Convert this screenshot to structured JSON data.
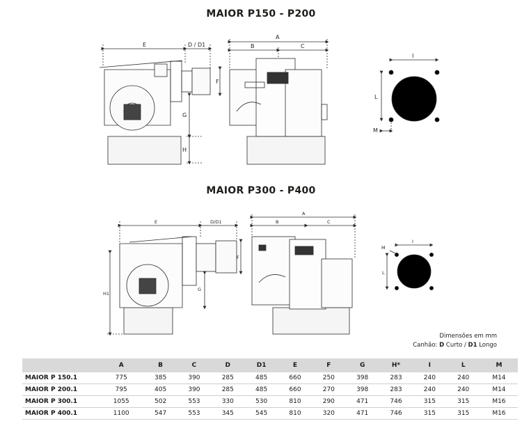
{
  "titles": {
    "top": "MAIOR P150 - P200",
    "bottom": "MAIOR P300 - P400"
  },
  "drawing_labels": {
    "E": "E",
    "D_D1": "D / D1",
    "D_D1_small": "D/D1",
    "A": "A",
    "B": "B",
    "C": "C",
    "F": "F",
    "G": "G",
    "H": "H",
    "H1": "H1",
    "I": "I",
    "L": "L",
    "M": "M"
  },
  "notes": {
    "units": "Dimensões em mm",
    "canhao_prefix": "Canhão: ",
    "d_label": "D",
    "d_text": " Curto / ",
    "d1_label": "D1",
    "d1_text": " Longo"
  },
  "table": {
    "headers": [
      "",
      "A",
      "B",
      "C",
      "D",
      "D1",
      "E",
      "F",
      "G",
      "H*",
      "I",
      "L",
      "M"
    ],
    "rows": [
      [
        "MAIOR P 150.1",
        "775",
        "385",
        "390",
        "285",
        "485",
        "660",
        "250",
        "398",
        "283",
        "240",
        "240",
        "M14"
      ],
      [
        "MAIOR P 200.1",
        "795",
        "405",
        "390",
        "285",
        "485",
        "660",
        "270",
        "398",
        "283",
        "240",
        "240",
        "M14"
      ],
      [
        "MAIOR P 300.1",
        "1055",
        "502",
        "553",
        "330",
        "530",
        "810",
        "290",
        "471",
        "746",
        "315",
        "315",
        "M16"
      ],
      [
        "MAIOR P 400.1",
        "1100",
        "547",
        "553",
        "345",
        "545",
        "810",
        "320",
        "471",
        "746",
        "315",
        "315",
        "M16"
      ]
    ]
  },
  "colors": {
    "line": "#2b2b2b",
    "header_bg": "#d9d9d9"
  }
}
